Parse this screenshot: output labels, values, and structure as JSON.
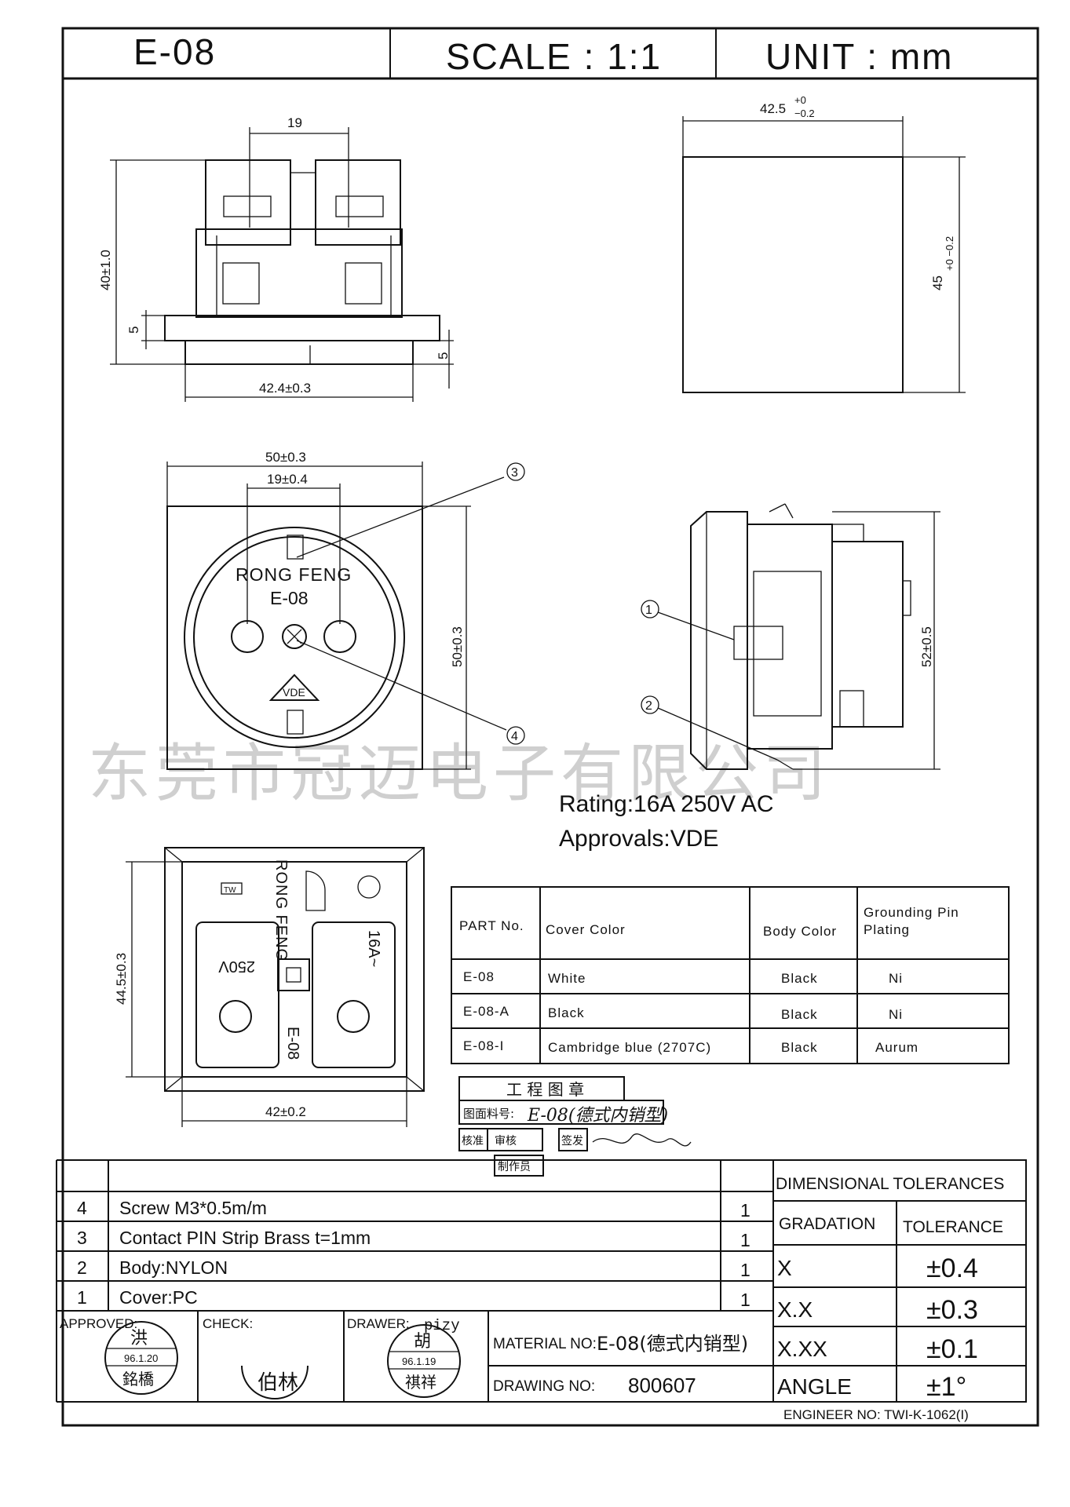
{
  "header": {
    "part": "E-08",
    "scale": "SCALE : 1:1",
    "unit": "UNIT : mm"
  },
  "views": {
    "top_dim_19": "19",
    "top_dim_height": "40±1.0",
    "top_dim_5_left": "5",
    "top_dim_5_right": "5",
    "top_dim_width": "42.4±0.3",
    "cutout_width": "42.5",
    "cutout_width_tol_upper": "+0",
    "cutout_width_tol_lower": "−0.2",
    "cutout_height": "45",
    "cutout_height_tol": "+0 −0.2",
    "front_width": "50±0.3",
    "front_pin_pitch": "19±0.4",
    "front_height": "50±0.3",
    "face_brand": "RONG FENG",
    "face_model": "E-08",
    "vde_mark": "VDE",
    "side_height": "52±0.5",
    "back_height": "44.5±0.3",
    "back_width": "42±0.2",
    "back_brand": "RONG FENG",
    "back_voltage": "250V",
    "back_current": "16A~",
    "back_model": "E-08",
    "back_mark": "TW",
    "callouts": [
      "1",
      "2",
      "3",
      "4"
    ]
  },
  "watermark": "东莞市冠迈电子有限公司",
  "ratings": {
    "rating": "Rating:16A 250V AC",
    "approvals": "Approvals:VDE"
  },
  "parts_table": {
    "headers": [
      "PART No.",
      "Cover Color",
      "Body Color",
      "Grounding Pin",
      "Plating"
    ],
    "rows": [
      [
        "E-08",
        "White",
        "Black",
        "Ni"
      ],
      [
        "E-08-A",
        "Black",
        "Black",
        "Ni"
      ],
      [
        "E-08-I",
        "Cambridge blue (2707C)",
        "Black",
        "Aurum"
      ]
    ]
  },
  "stamp_box": {
    "title": "工 程 图 章",
    "drawing_no_label": "图面料号:",
    "drawing_no_handwritten": "E-08(德式内销型)",
    "approve_label": "核准",
    "check_label": "审核",
    "sign_label": "签发",
    "issue_label": "制作员"
  },
  "bom": [
    {
      "no": "4",
      "desc": "Screw M3*0.5m/m",
      "qty": "1"
    },
    {
      "no": "3",
      "desc": "Contact PIN Strip Brass t=1mm",
      "qty": "1"
    },
    {
      "no": "2",
      "desc": "Body:NYLON",
      "qty": "1"
    },
    {
      "no": "1",
      "desc": "Cover:PC",
      "qty": "1"
    }
  ],
  "tolerances": {
    "title": "DIMENSIONAL TOLERANCES",
    "col_gradation": "GRADATION",
    "col_tolerance": "TOLERANCE",
    "rows": [
      {
        "grad": "X",
        "tol": "±0.4"
      },
      {
        "grad": "X.X",
        "tol": "±0.3"
      },
      {
        "grad": "X.XX",
        "tol": "±0.1"
      },
      {
        "grad": "ANGLE",
        "tol": "±1°"
      }
    ]
  },
  "title_block": {
    "approved_label": "APPROVED:",
    "check_label": "CHECK:",
    "drawer_label": "DRAWER:",
    "drawer_name": "pizy",
    "approved_stamp_top": "洪",
    "approved_stamp_date": "96.1.20",
    "approved_stamp_bottom": "銘橋",
    "check_stamp": "伯林",
    "drawer_stamp_top": "胡",
    "drawer_stamp_date": "96.1.19",
    "drawer_stamp_bottom": "祺祥",
    "material_label": "MATERIAL NO:",
    "material_value": "E-08(德式内销型)",
    "drawing_label": "DRAWING NO:",
    "drawing_value": "800607",
    "engineer": "ENGINEER NO: TWI-K-1062(I)"
  }
}
